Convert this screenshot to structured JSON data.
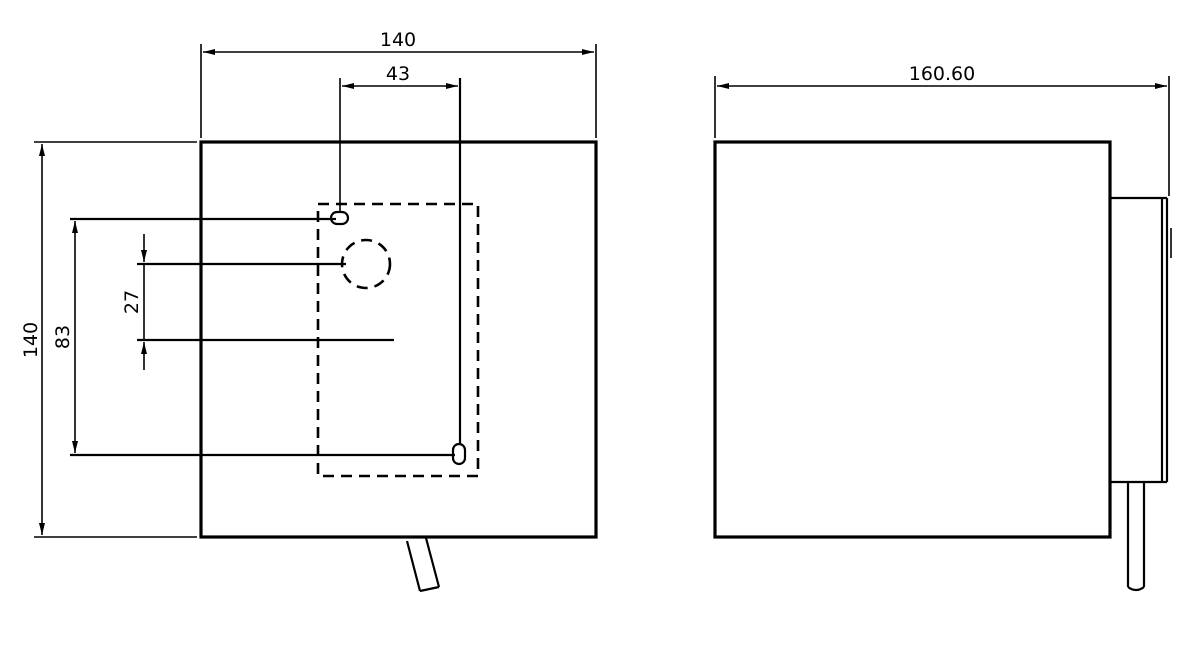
{
  "front_view": {
    "width_dim": "140",
    "height_dim": "140",
    "slot_spacing_dim": "43",
    "vertical_slot_dim": "83",
    "small_vertical_dim": "27"
  },
  "side_view": {
    "depth_dim": "160.60"
  }
}
